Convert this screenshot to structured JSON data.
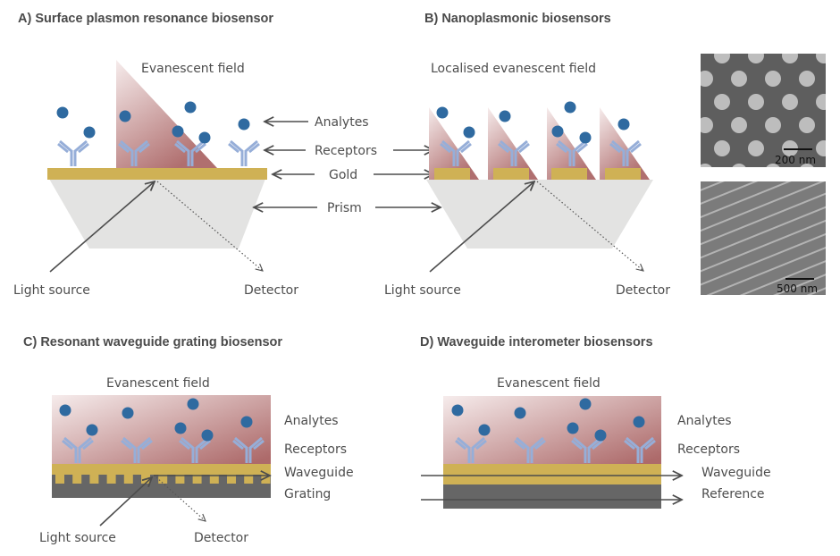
{
  "colors": {
    "gold": "#cfb155",
    "prism": "#e3e3e2",
    "analyte": "#2f6aa0",
    "receptor": "#96aed8",
    "field_light": "#f5e8e8",
    "field_dark": "#b06f6f",
    "grating": "#666666",
    "text": "#4d4d4d"
  },
  "panels": {
    "a": {
      "title": "A) Surface plasmon resonance biosensor",
      "field_label": "Evanescent field",
      "analytes_label": "Analytes",
      "receptors_label": "Receptors",
      "gold_label": "Gold",
      "prism_label": "Prism",
      "light_source_label": "Light source",
      "detector_label": "Detector"
    },
    "b": {
      "title": "B) Nanoplasmonic biosensors",
      "field_label": "Localised evanescent field",
      "light_source_label": "Light source",
      "detector_label": "Detector",
      "sem_top_scale": "200 nm",
      "sem_bottom_scale": "500 nm"
    },
    "c": {
      "title": "C) Resonant waveguide grating biosensor",
      "field_label": "Evanescent field",
      "analytes_label": "Analytes",
      "receptors_label": "Receptors",
      "waveguide_label": "Waveguide",
      "grating_label": "Grating",
      "light_source_label": "Light source",
      "detector_label": "Detector"
    },
    "d": {
      "title": "D) Waveguide interometer biosensors",
      "field_label": "Evanescent field",
      "analytes_label": "Analytes",
      "receptors_label": "Receptors",
      "waveguide_label": "Waveguide",
      "reference_label": "Reference"
    }
  }
}
